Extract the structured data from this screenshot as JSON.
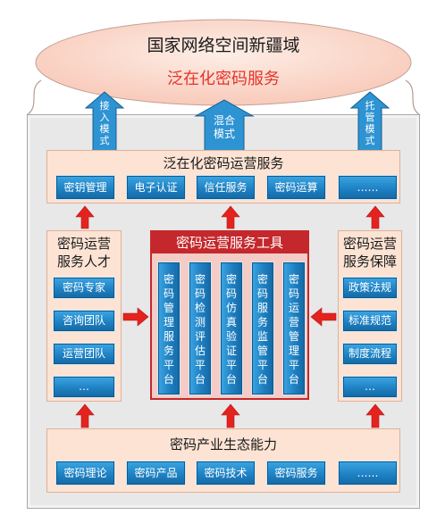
{
  "top_ellipse": {
    "title": "国家网络空间新疆域",
    "subtitle": "泛在化密码服务"
  },
  "delivery_modes": [
    "接入模式",
    "混合模式",
    "托管模式"
  ],
  "service_layer": {
    "title": "泛在化密码运营服务",
    "items": [
      "密钥管理",
      "电子认证",
      "信任服务",
      "密码运算",
      "……"
    ]
  },
  "talent_pillar": {
    "title_line1": "密码运营",
    "title_line2": "服务人才",
    "items": [
      "密码专家",
      "咨询团队",
      "运营团队",
      "…"
    ]
  },
  "tools_pillar": {
    "title": "密码运营服务工具",
    "platforms": [
      "密码管理服务平台",
      "密码检测评估平台",
      "密码仿真验证平台",
      "密码服务监管平台",
      "密码运营管理平台"
    ]
  },
  "guarantee_pillar": {
    "title_line1": "密码运营",
    "title_line2": "服务保障",
    "items": [
      "政策法规",
      "标准规范",
      "制度流程",
      "…"
    ]
  },
  "ecosystem_layer": {
    "title": "密码产业生态能力",
    "items": [
      "密码理论",
      "密码产品",
      "密码技术",
      "密码服务",
      "……"
    ]
  },
  "colors": {
    "ellipse_fill": "#f8c7b6",
    "subtitle_red": "#e5332a",
    "panel_fill": "#fce3d4",
    "module_blue": "#1f82c4",
    "arrow_red": "#e4231f",
    "tool_header_red": "#c4282c",
    "mode_arrow_blue": "#2e93d2",
    "frame_gray": "#e8e8e8"
  }
}
